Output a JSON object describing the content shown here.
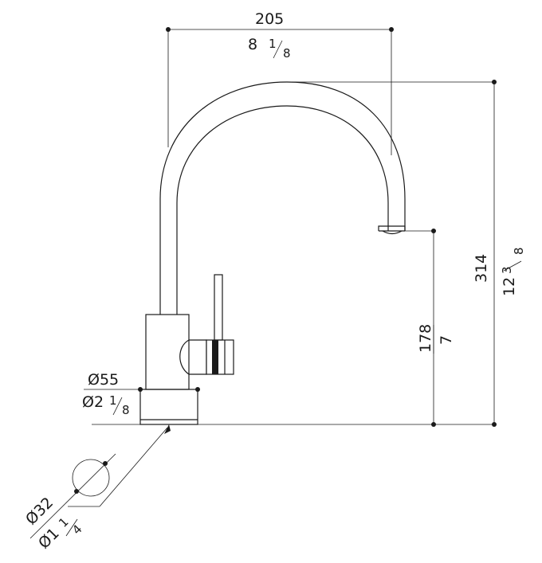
{
  "dimensions": {
    "width_mm": "205",
    "width_in_whole": "8",
    "width_in_num": "1",
    "width_in_den": "8",
    "height_total_mm": "314",
    "height_total_in_whole": "12",
    "height_total_in_num": "3",
    "height_total_in_den": "8",
    "spout_height_mm": "178",
    "spout_height_in": "7",
    "base_dia_mm": "Ø55",
    "base_dia_in_whole": "Ø2",
    "base_dia_in_num": "1",
    "base_dia_in_den": "8",
    "hole_dia_mm": "Ø32",
    "hole_dia_in_whole": "Ø1",
    "hole_dia_in_num": "1",
    "hole_dia_in_den": "4"
  }
}
